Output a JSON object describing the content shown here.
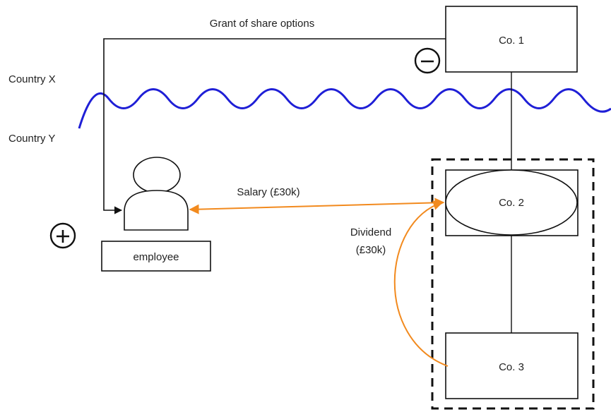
{
  "labels": {
    "grant": "Grant of share options",
    "country_x": "Country X",
    "country_y": "Country Y",
    "salary": "Salary (£30k)",
    "dividend_line1": "Dividend",
    "dividend_line2": "(£30k)",
    "employee": "employee",
    "co1": "Co. 1",
    "co2": "Co. 2",
    "co3": "Co. 3",
    "minus_sign": "−",
    "plus_sign": "+"
  },
  "colors": {
    "border_wave": "#1f1fd6",
    "money_flow": "#f28a1e",
    "line": "#111111",
    "background": "#ffffff"
  },
  "icons": {
    "person": "employee-person-icon",
    "minus": "minus-circle-icon",
    "plus": "plus-circle-icon"
  }
}
